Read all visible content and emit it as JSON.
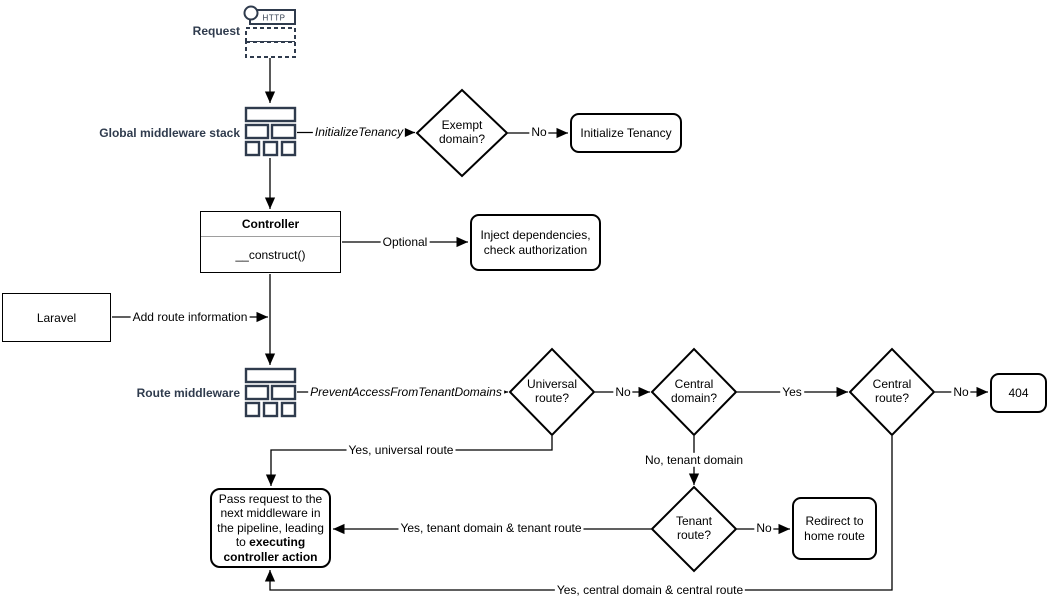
{
  "colors": {
    "accent_slate": "#2F3B4D",
    "line_black": "#000000",
    "background": "#FFFFFF",
    "class_separator": "#9E9E9E"
  },
  "nodes": {
    "request": {
      "label": "Request",
      "icon_text": "HTTP"
    },
    "global_middleware": {
      "label": "Global middleware stack"
    },
    "route_middleware": {
      "label": "Route middleware"
    },
    "controller": {
      "title": "Controller",
      "method": "__construct()"
    },
    "laravel": {
      "label": "Laravel"
    },
    "exempt_domain": {
      "label": "Exempt\ndomain?"
    },
    "initialize_tenancy": {
      "label": "Initialize Tenancy"
    },
    "inject_dependencies": {
      "label": "Inject dependencies,\ncheck authorization"
    },
    "universal_route": {
      "label": "Universal\nroute?"
    },
    "central_domain": {
      "label": "Central\ndomain?"
    },
    "central_route": {
      "label": "Central\nroute?"
    },
    "not_found": {
      "label": "404"
    },
    "tenant_route": {
      "label": "Tenant\nroute?"
    },
    "redirect_home": {
      "label": "Redirect to\nhome route"
    },
    "pass_request": {
      "text": "Pass request to the next middleware in the pipeline, leading to ",
      "bold": "executing controller action"
    }
  },
  "edges": {
    "initialize_tenancy_mw": "InitializeTenancy",
    "no_exempt": "No",
    "optional": "Optional",
    "add_route_info": "Add route information",
    "prevent_access_mw": "PreventAccessFromTenantDomains",
    "no_universal": "No",
    "yes_central_domain": "Yes",
    "no_central_route": "No",
    "yes_universal_route": "Yes, universal route",
    "no_tenant_domain": "No, tenant domain",
    "no_tenant_route": "No",
    "yes_tenant_route": "Yes, tenant domain & tenant route",
    "yes_central_route": "Yes, central domain & central route"
  }
}
